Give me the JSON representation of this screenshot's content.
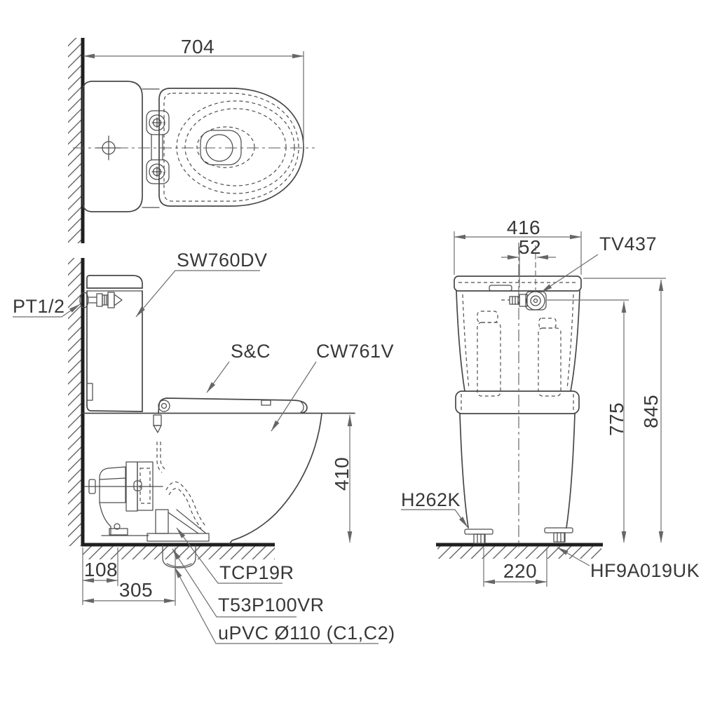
{
  "colors": {
    "background": "#ffffff",
    "line": "#474747",
    "dimension_line": "#6e6e6e",
    "wall": "#1f1f1f",
    "text": "#383838"
  },
  "top_view": {
    "width_dim": "704"
  },
  "side_view": {
    "tank_label": "SW760DV",
    "supply_label": "PT1/2",
    "seat_label": "S&C",
    "bowl_label": "CW761V",
    "bowl_height_dim": "410",
    "outlet_offset_dim": "108",
    "outlet_center_dim": "305",
    "connector_label": "TCP19R",
    "outlet_label": "T53P100VR",
    "drain_pipe_label": "uPVC Ø110 (C1,C2)"
  },
  "front_view": {
    "tank_width_dim": "416",
    "valve_offset_dim": "52",
    "valve_label": "TV437",
    "inlet_height_dim": "775",
    "tank_height_dim": "845",
    "bolt_cap_label": "H262K",
    "bolt_spacing_dim": "220",
    "fixing_kit_label": "HF9A019UK"
  }
}
